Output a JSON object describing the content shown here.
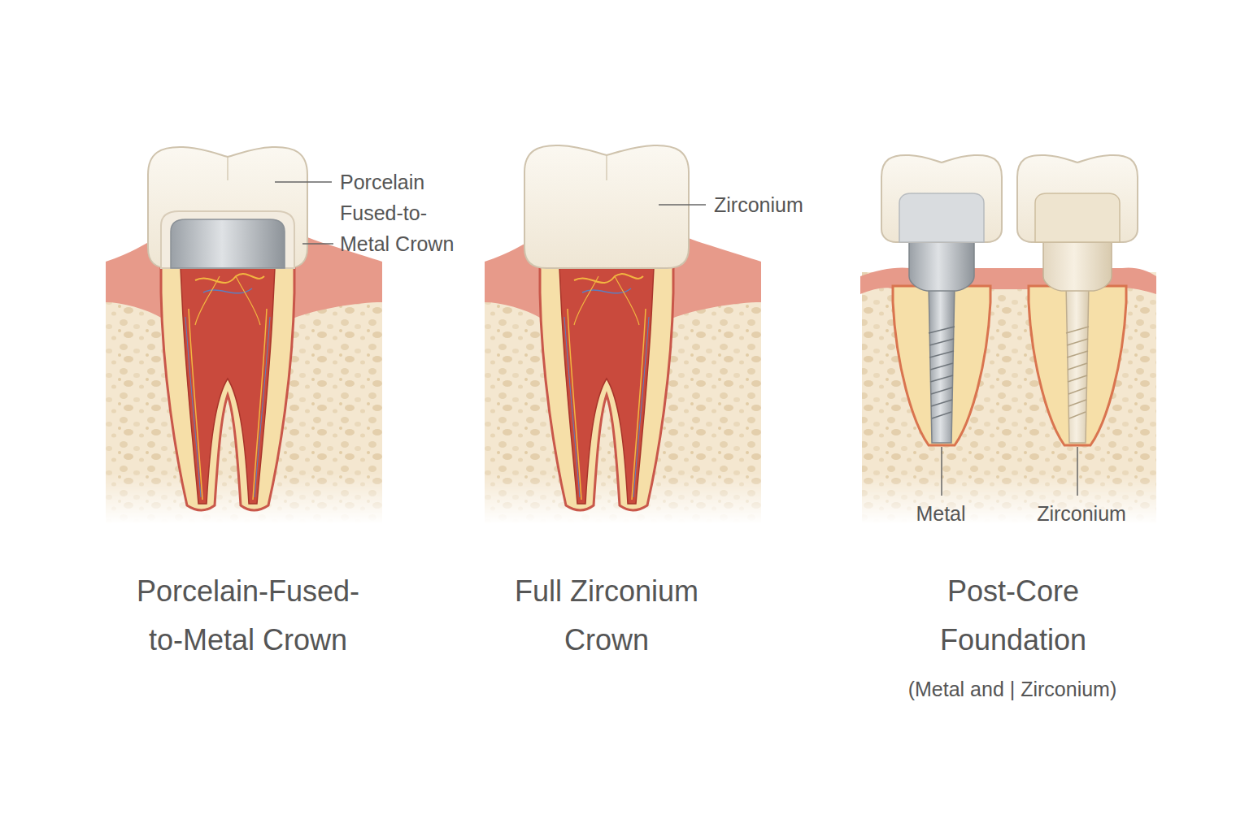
{
  "diagram": {
    "labels": [
      "Porcelain Fused-to- Metal Crown",
      "Zirconium",
      "Metal",
      "Zirconium",
      "Porcelain-Fused- to-Metal Crown",
      "Full Zirconium Crown",
      "Post-Core Foundation",
      "(Metal and | Zirconium)"
    ]
  }
}
